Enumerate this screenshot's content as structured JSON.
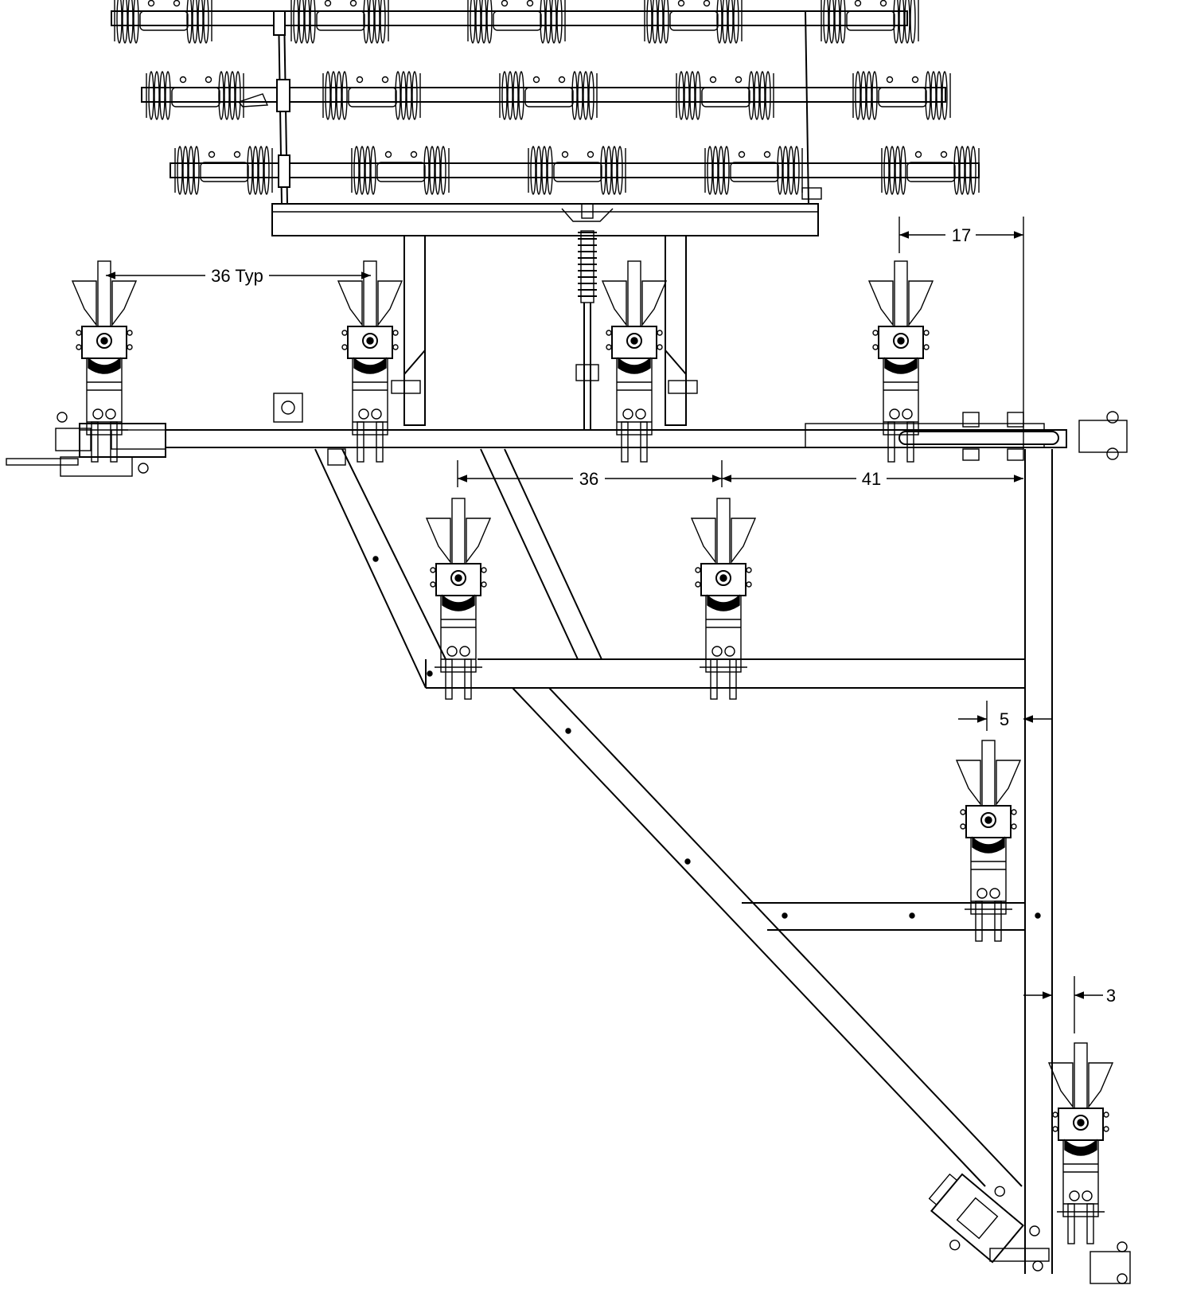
{
  "dimensions": [
    {
      "id": "dim-36-typ",
      "label": "36 Typ"
    },
    {
      "id": "dim-17",
      "label": "17"
    },
    {
      "id": "dim-36",
      "label": "36"
    },
    {
      "id": "dim-41",
      "label": "41"
    },
    {
      "id": "dim-5",
      "label": "5"
    },
    {
      "id": "dim-3",
      "label": "3"
    }
  ]
}
